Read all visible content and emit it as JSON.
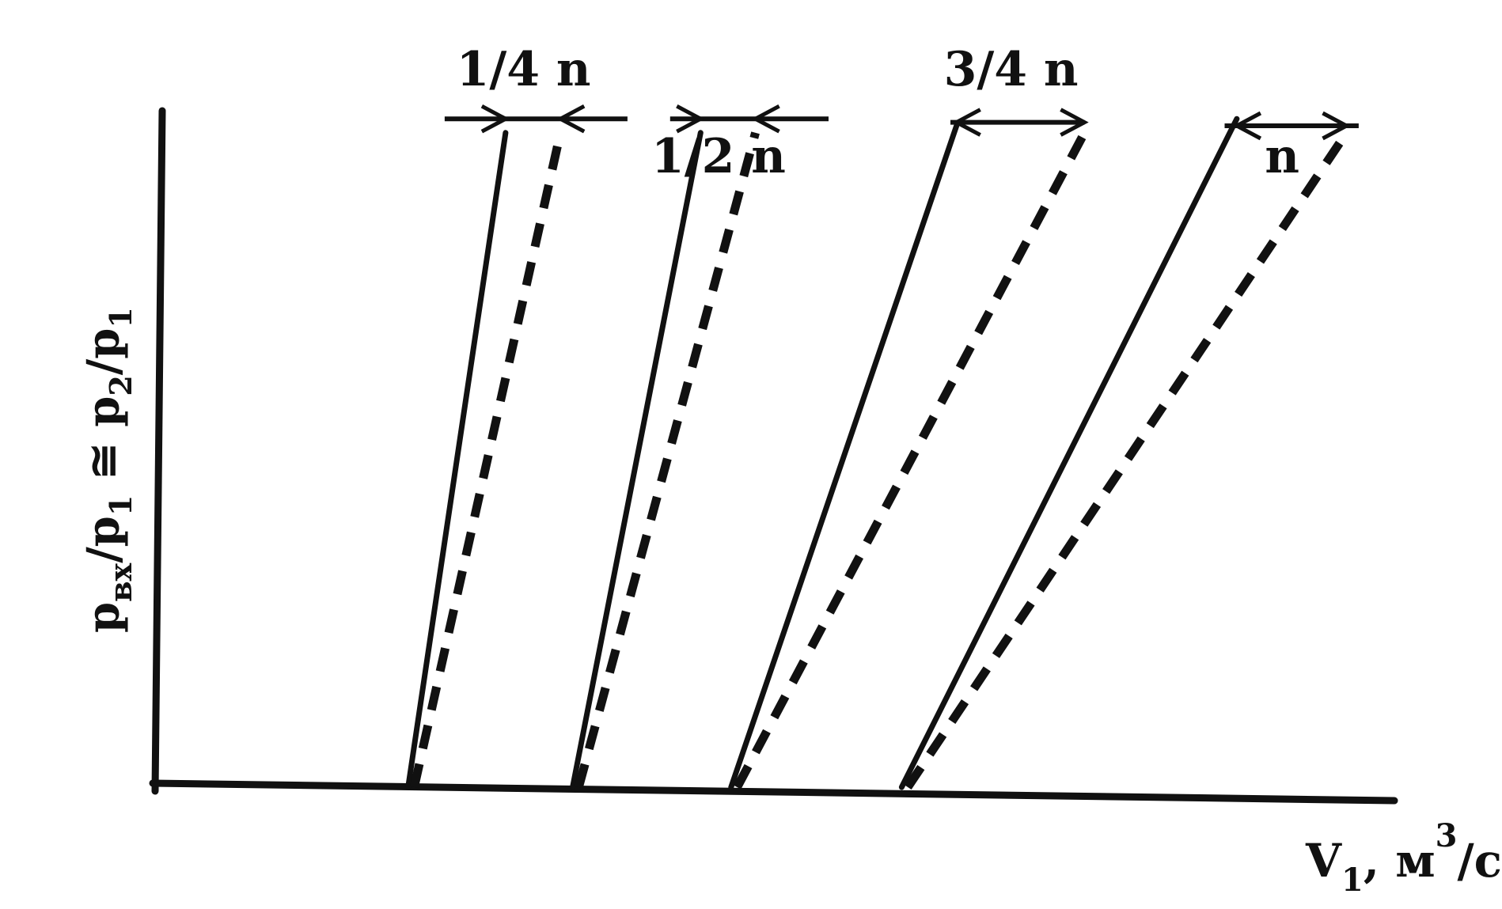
{
  "chart_data": {
    "type": "line",
    "title": "",
    "xlabel": {
      "base": "V",
      "sub": "1",
      "sep": ", ",
      "unit": "м",
      "sup": "3",
      "unit_rest": "/c"
    },
    "ylabel": {
      "part1": "p",
      "part1_sub": "вх",
      "part2": "/p",
      "part2_sub": "1",
      "approx": " ≅ ",
      "part3": "p",
      "part3_sub": "2",
      "part4": "/p",
      "part4_sub": "1"
    },
    "xlim": [
      0,
      10
    ],
    "ylim": [
      0,
      10
    ],
    "grid": false,
    "legend": "none",
    "curves": [
      {
        "label": "1/4 n",
        "solid": [
          [
            2.05,
            0
          ],
          [
            2.85,
            9.4
          ]
        ],
        "dashed": [
          [
            2.1,
            0
          ],
          [
            3.3,
            9.4
          ]
        ],
        "arrow_y": 9.6,
        "arrow_span": [
          2.35,
          3.85
        ],
        "arrow_style": "inward"
      },
      {
        "label": "1/2 n",
        "solid": [
          [
            3.4,
            0
          ],
          [
            4.45,
            9.4
          ]
        ],
        "dashed": [
          [
            3.45,
            0
          ],
          [
            4.9,
            9.4
          ]
        ],
        "arrow_y": 9.6,
        "arrow_span": [
          4.2,
          5.5
        ],
        "arrow_style": "inward"
      },
      {
        "label": "3/4 n",
        "solid": [
          [
            4.7,
            0
          ],
          [
            6.55,
            9.5
          ]
        ],
        "dashed": [
          [
            4.75,
            0
          ],
          [
            7.6,
            9.4
          ]
        ],
        "arrow_y": 9.55,
        "arrow_span": [
          6.5,
          7.6
        ],
        "arrow_style": "outward"
      },
      {
        "label": "n",
        "solid": [
          [
            6.1,
            0
          ],
          [
            8.85,
            9.6
          ]
        ],
        "dashed": [
          [
            6.15,
            0
          ],
          [
            9.75,
            9.4
          ]
        ],
        "arrow_y": 9.5,
        "arrow_span": [
          8.75,
          9.85
        ],
        "arrow_style": "outward"
      }
    ]
  },
  "colors": {
    "ink": "#111111",
    "background": "#ffffff"
  }
}
